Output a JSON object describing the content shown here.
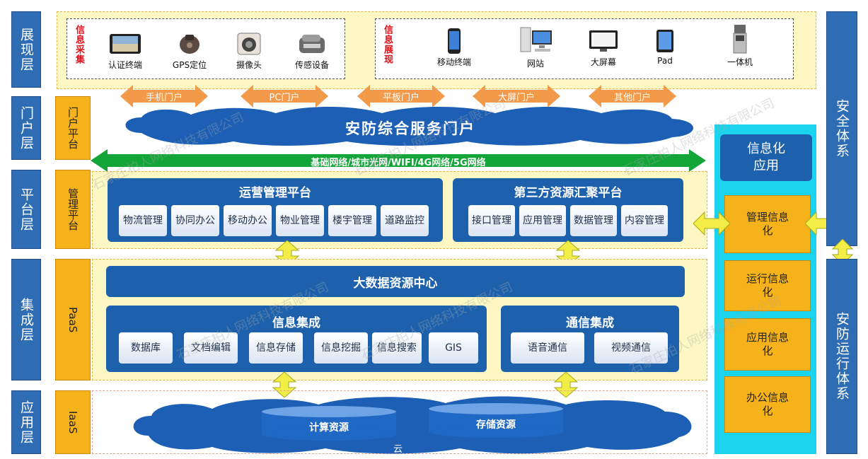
{
  "layers": {
    "display": "展现层",
    "portal": "门户层",
    "platform": "平台层",
    "integration": "集成层",
    "application": "应用层"
  },
  "subplatforms": {
    "portal": "门户平台",
    "management": "管理平台",
    "paas": "PaaS",
    "iaas": "IaaS"
  },
  "collect": {
    "label": "信息采集",
    "devices": [
      "认证终端",
      "GPS定位",
      "摄像头",
      "传感设备"
    ]
  },
  "show": {
    "label": "信息展现",
    "devices": [
      "移动终端",
      "网站",
      "大屏幕",
      "Pad",
      "一体机"
    ]
  },
  "portals": [
    "手机门户",
    "PC门户",
    "平板门户",
    "大屏门户",
    "其他门户"
  ],
  "cloud_portal": "安防综合服务门户",
  "network": "基础网络/城市光网/WIFI/4G网络/5G网络",
  "ops_platform": {
    "title": "运营管理平台",
    "items": [
      "物流管理",
      "协同办公",
      "移动办公",
      "物业管理",
      "楼宇管理",
      "道路监控"
    ]
  },
  "third_party": {
    "title": "第三方资源汇聚平台",
    "items": [
      "接口管理",
      "应用管理",
      "数据管理",
      "内容管理"
    ]
  },
  "big_data": "大数据资源中心",
  "info_integration": {
    "title": "信息集成",
    "items": [
      "数据库",
      "文档编辑",
      "信息存储",
      "信息挖掘",
      "信息搜索",
      "GIS"
    ]
  },
  "comm_integration": {
    "title": "通信集成",
    "items": [
      "语音通信",
      "视频通信"
    ]
  },
  "iaas": {
    "compute": "计算资源",
    "storage": "存储资源",
    "cloud": "云"
  },
  "informatization": {
    "title": "信息化应用",
    "items": [
      "管理信息化",
      "运行信息化",
      "应用信息化",
      "办公信息化"
    ]
  },
  "security": "安全体系",
  "operation": "安防运行体系",
  "watermark": "石家庄柏人网络科技有限公司",
  "colors": {
    "blue": "#2e6db4",
    "orange": "#f6b21a",
    "cyan": "#19d4ec",
    "green": "#13a538"
  }
}
